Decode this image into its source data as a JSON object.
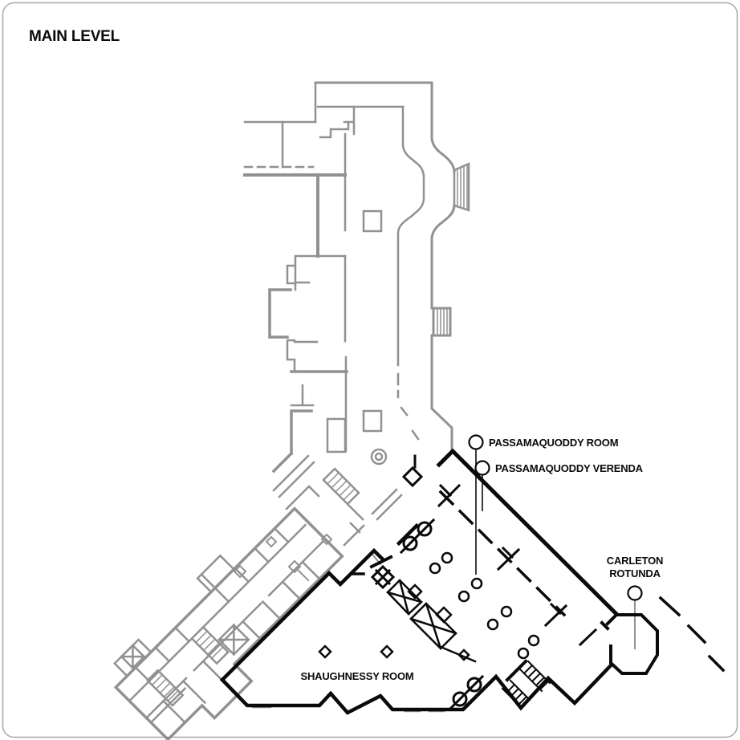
{
  "page": {
    "title": "MAIN LEVEL"
  },
  "floorplan": {
    "labels": {
      "passamaquoddy_room": "PASSAMAQUODDY ROOM",
      "passamaquoddy_verenda": "PASSAMAQUODDY VERENDA",
      "carleton_line1": "CARLETON",
      "carleton_line2": "ROTUNDA",
      "shaughnessy_room": "SHAUGHNESSY ROOM"
    },
    "colors": {
      "upper_wing_gray": "#919191",
      "event_wing_black": "#0a0a0a",
      "background": "#ffffff",
      "border": "#a8a8a8"
    }
  }
}
